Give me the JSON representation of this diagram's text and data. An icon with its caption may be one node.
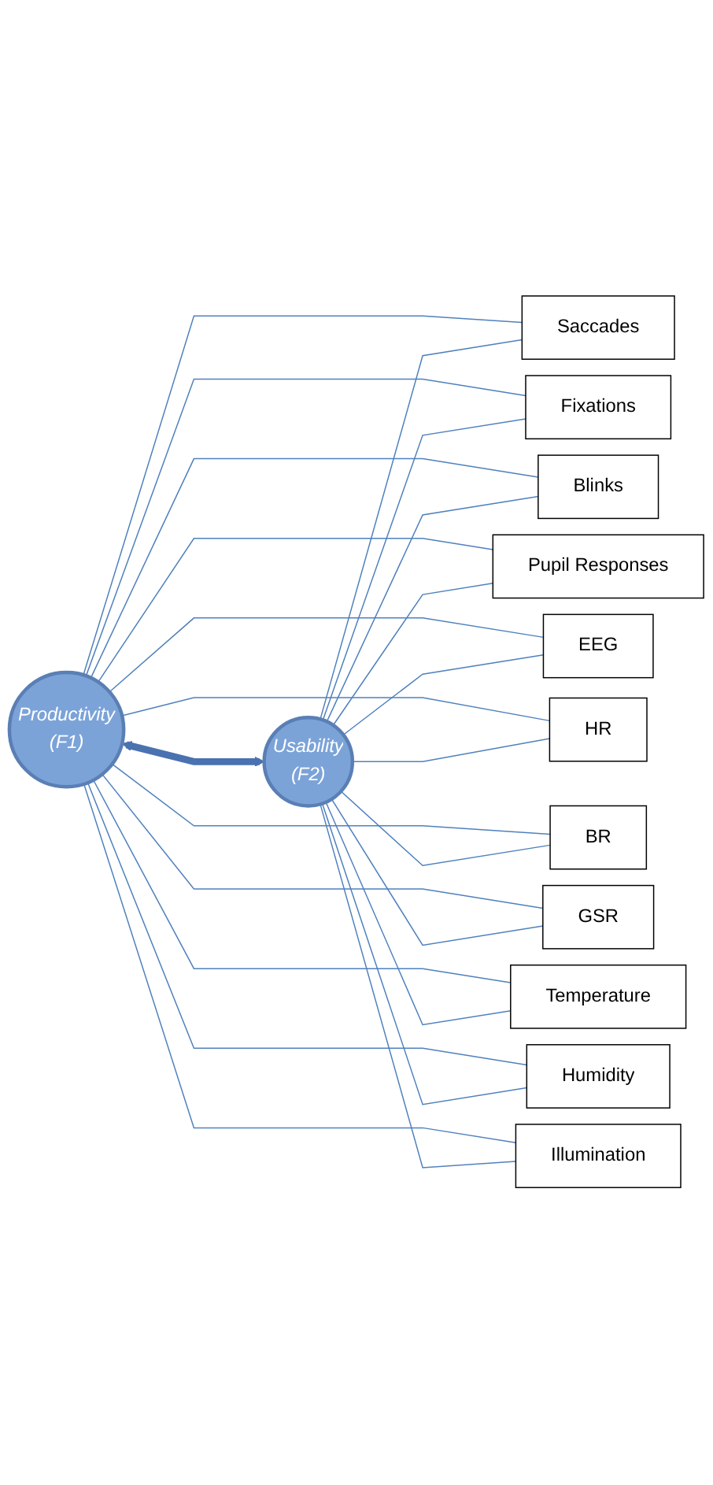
{
  "diagram": {
    "nodes": [
      {
        "text": [
          "Productivity",
          "(F1)"
        ]
      },
      {
        "text": [
          "Usability",
          "(F2)"
        ]
      },
      {
        "text": [
          "Saccades"
        ]
      },
      {
        "text": [
          "Fixations"
        ]
      },
      {
        "text": [
          "Blinks"
        ]
      },
      {
        "text": [
          "Pupil Responses"
        ]
      },
      {
        "text": [
          "EEG"
        ]
      },
      {
        "text": [
          "HR"
        ]
      },
      {
        "text": [
          "BR"
        ]
      },
      {
        "text": [
          "GSR"
        ]
      },
      {
        "text": [
          "Temperature"
        ]
      },
      {
        "text": [
          "Humidity"
        ]
      },
      {
        "text": [
          "Illumination"
        ]
      }
    ],
    "edges": [
      {
        "from": 0,
        "to": 1,
        "arrow": "both",
        "style": "thick",
        "color": "#4a72b0"
      },
      {
        "from": 0,
        "to": 2,
        "arrow": "none"
      },
      {
        "from": 0,
        "to": 3,
        "arrow": "none"
      },
      {
        "from": 0,
        "to": 4,
        "arrow": "none"
      },
      {
        "from": 0,
        "to": 5,
        "arrow": "none"
      },
      {
        "from": 0,
        "to": 6,
        "arrow": "none"
      },
      {
        "from": 0,
        "to": 7,
        "arrow": "none"
      },
      {
        "from": 0,
        "to": 8,
        "arrow": "none"
      },
      {
        "from": 0,
        "to": 9,
        "arrow": "none"
      },
      {
        "from": 0,
        "to": 10,
        "arrow": "none"
      },
      {
        "from": 0,
        "to": 11,
        "arrow": "none"
      },
      {
        "from": 0,
        "to": 12,
        "arrow": "none"
      },
      {
        "from": 1,
        "to": 2,
        "arrow": "none"
      },
      {
        "from": 1,
        "to": 3,
        "arrow": "none"
      },
      {
        "from": 1,
        "to": 4,
        "arrow": "none"
      },
      {
        "from": 1,
        "to": 5,
        "arrow": "none"
      },
      {
        "from": 1,
        "to": 6,
        "arrow": "none"
      },
      {
        "from": 1,
        "to": 7,
        "arrow": "none"
      },
      {
        "from": 1,
        "to": 8,
        "arrow": "none"
      },
      {
        "from": 1,
        "to": 9,
        "arrow": "none"
      },
      {
        "from": 1,
        "to": 10,
        "arrow": "none"
      },
      {
        "from": 1,
        "to": 11,
        "arrow": "none"
      },
      {
        "from": 1,
        "to": 12,
        "arrow": "none"
      }
    ]
  }
}
